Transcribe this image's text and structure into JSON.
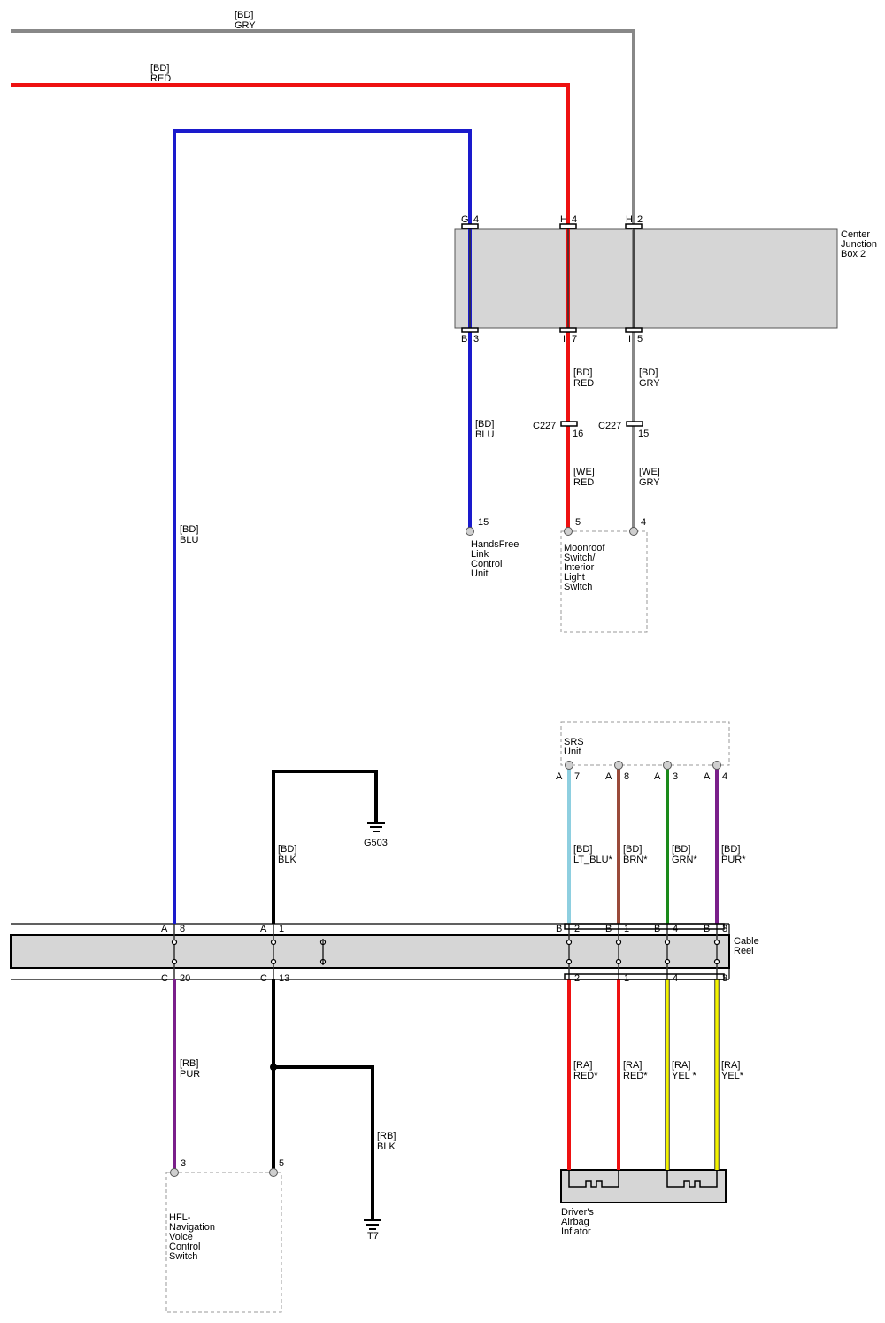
{
  "colors": {
    "gry": "#888888",
    "red": "#ee1111",
    "blu": "#1a1acc",
    "blk": "#000000",
    "lt_blu": "#8ecfe0",
    "brn": "#9a4a3a",
    "grn": "#1a8a1a",
    "pur": "#7a1f8a",
    "yel": "#f2f200",
    "box_fill": "#d6d6d6"
  },
  "components": {
    "cjb2": [
      "Center",
      "Junction",
      "Box 2"
    ],
    "handsfree": [
      "HandsFree",
      "Link",
      "Control",
      "Unit"
    ],
    "moonroof": [
      "Moonroof",
      "Switch/",
      "Interior",
      "Light",
      "Switch"
    ],
    "srs": [
      "SRS",
      "Unit"
    ],
    "cable_reel": [
      "Cable",
      "Reel"
    ],
    "hfl": [
      "HFL-",
      "Navigation",
      "Voice",
      "Control",
      "Switch"
    ],
    "airbag": [
      "Driver's",
      "Airbag",
      "Inflator"
    ]
  },
  "grounds": {
    "g503": "G503",
    "t7": "T7"
  },
  "connectors": {
    "c227": "C227"
  },
  "wire_labels": {
    "top_gry": [
      "[BD]",
      "GRY"
    ],
    "top_red": [
      "[BD]",
      "RED"
    ],
    "left_blu": [
      "[BD]",
      "BLU"
    ],
    "cjb_red_out": [
      "[BD]",
      "RED"
    ],
    "cjb_gry_out": [
      "[BD]",
      "GRY"
    ],
    "cjb_blu_out": [
      "[BD]",
      "BLU"
    ],
    "we_red": [
      "[WE]",
      "RED"
    ],
    "we_gry": [
      "[WE]",
      "GRY"
    ],
    "blk_top": [
      "[BD]",
      "BLK"
    ],
    "srs_ltblu": [
      "[BD]",
      "LT_BLU*"
    ],
    "srs_brn": [
      "[BD]",
      "BRN*"
    ],
    "srs_grn": [
      "[BD]",
      "GRN*"
    ],
    "srs_pur": [
      "[BD]",
      "PUR*"
    ],
    "rb_pur": [
      "[RB]",
      "PUR"
    ],
    "rb_blk": [
      "[RB]",
      "BLK"
    ],
    "ra_red1": [
      "[RA]",
      "RED*"
    ],
    "ra_red2": [
      "[RA]",
      "RED*"
    ],
    "ra_yel1": [
      "[RA]",
      "YEL *"
    ],
    "ra_yel2": [
      "[RA]",
      "YEL*"
    ]
  },
  "pins": {
    "cjb_g": "G",
    "cjb_g_num": "4",
    "cjb_h1": "H",
    "cjb_h1_num": "4",
    "cjb_h2": "H",
    "cjb_h2_num": "2",
    "cjb_b": "B",
    "cjb_b_num": "3",
    "cjb_i1": "I",
    "cjb_i1_num": "7",
    "cjb_i2": "I",
    "cjb_i2_num": "5",
    "c227_red": "16",
    "c227_gry": "15",
    "hf_15": "15",
    "mr_5": "5",
    "mr_4": "4",
    "srs_a7": "A",
    "srs_7": "7",
    "srs_a8": "A",
    "srs_8": "8",
    "srs_a3": "A",
    "srs_3": "3",
    "srs_a4": "A",
    "srs_4": "4",
    "cr_a8": "A",
    "cr_8": "8",
    "cr_a1": "A",
    "cr_1": "1",
    "cr_b2": "B",
    "cr_2": "2",
    "cr_b1": "B",
    "cr_1b": "1",
    "cr_b4": "B",
    "cr_4": "4",
    "cr_b3": "B",
    "cr_3": "3",
    "cr_c20": "C",
    "cr_20": "20",
    "cr_c13": "C",
    "cr_13": "13",
    "cr_bot2": "2",
    "cr_bot1": "1",
    "cr_bot4": "4",
    "cr_bot3": "3",
    "hfl_3": "3",
    "hfl_5": "5"
  }
}
